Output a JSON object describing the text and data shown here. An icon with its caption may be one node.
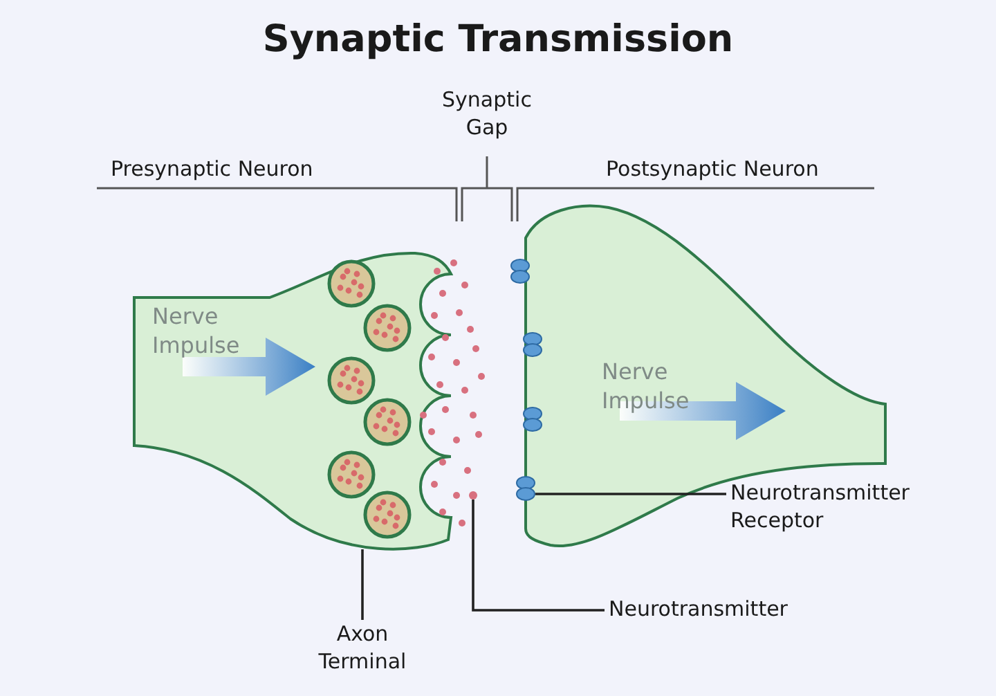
{
  "diagram": {
    "title": "Synaptic Transmission",
    "nodes": [
      {
        "text": [
          "Nerve Impulse"
        ]
      },
      {
        "text": [
          "Nerve Impulse"
        ]
      },
      {
        "text": [
          "Axon Terminal"
        ]
      },
      {
        "text": [
          "Neurotransmitter"
        ]
      },
      {
        "text": [],
        "shape": "circle"
      },
      {
        "text": [
          "Neurotransmitter Receptor"
        ]
      },
      {
        "text": [],
        "shape": "circle"
      }
    ],
    "edges": [
      {
        "from": 2,
        "to": 0,
        "arrow": "none"
      },
      {
        "from": 3,
        "to": 4,
        "arrow": "none"
      },
      {
        "from": 5,
        "to": 6,
        "arrow": "none"
      }
    ],
    "labels": [
      "Synaptic Gap",
      "Presynaptic Neuron",
      "Postsynaptic Neuron"
    ]
  }
}
